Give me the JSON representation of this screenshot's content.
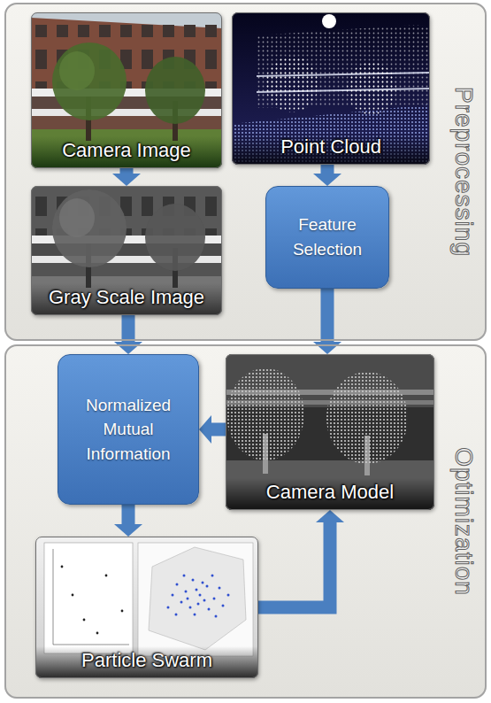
{
  "diagram": {
    "nodes": [
      {
        "text": [
          "Preprocessing"
        ]
      },
      {
        "text": [
          "Camera Image"
        ],
        "in": 0
      },
      {
        "text": [
          "Point Cloud"
        ],
        "in": 0
      },
      {
        "text": [
          "Gray Scale Image"
        ],
        "in": 0
      },
      {
        "text": [
          "Feature Selection"
        ],
        "in": 0
      },
      {
        "text": [
          "Optimization"
        ]
      },
      {
        "text": [
          "Normalized Mutual Information"
        ],
        "in": 5
      },
      {
        "text": [
          "Camera Model"
        ],
        "in": 5
      },
      {
        "text": [
          "Particle Swarm"
        ],
        "in": 5
      }
    ],
    "edges": [
      {
        "from": 1,
        "to": 3,
        "arrow": "to"
      },
      {
        "from": 2,
        "to": 4,
        "arrow": "to"
      },
      {
        "from": 3,
        "to": 6,
        "arrow": "to"
      },
      {
        "from": 4,
        "to": 7,
        "arrow": "to"
      },
      {
        "from": 7,
        "to": 6,
        "arrow": "to"
      },
      {
        "from": 6,
        "to": 8,
        "arrow": "to"
      },
      {
        "from": 8,
        "to": 7,
        "arrow": "to"
      }
    ]
  }
}
